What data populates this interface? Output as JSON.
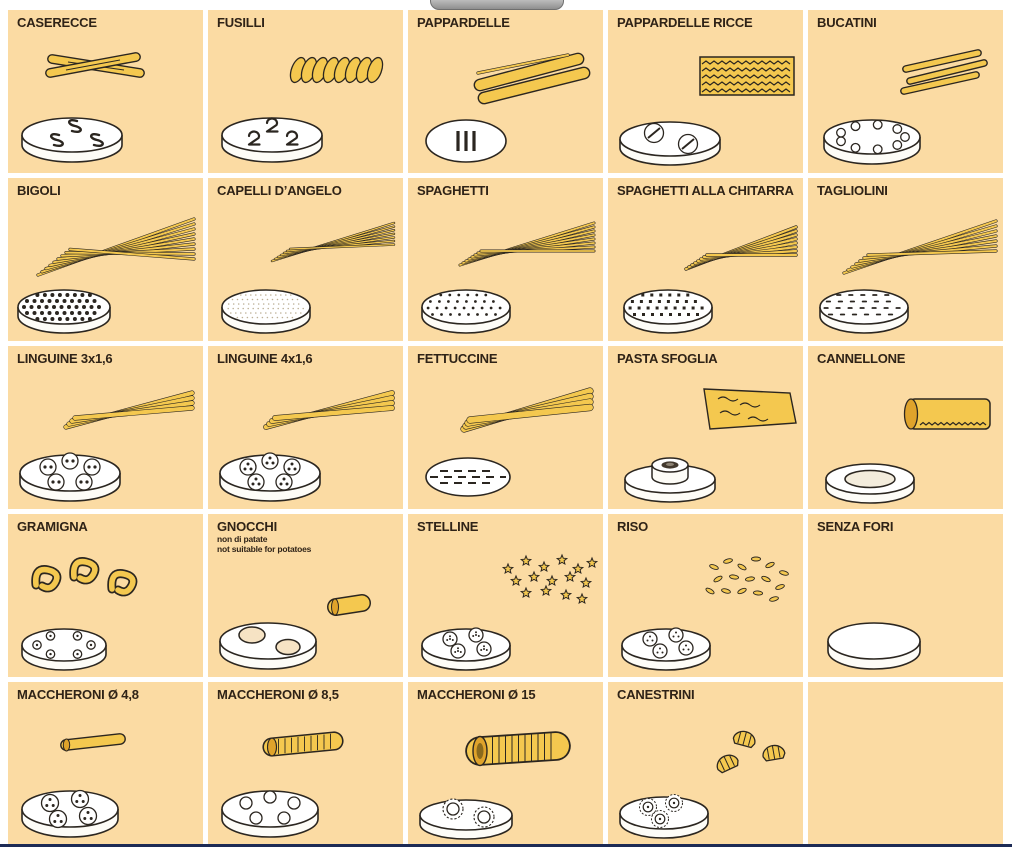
{
  "colors": {
    "page_bg": "#ffffff",
    "cell_bg": "#FBDBA3",
    "label": "#2f2317",
    "pasta_yellow": "#F4C84F",
    "pasta_dark": "#DFA32B",
    "outline": "#2b2620",
    "footer_bar": "#1d2b55",
    "machine_grey": "#a9a9a9"
  },
  "decorations": {
    "machine_fragment": "machine-base-fragment",
    "footer_bar": "footer-bar"
  },
  "grid": {
    "columns": 5,
    "rows": 5,
    "cells": [
      {
        "label": "CASERECCE",
        "icon": "caserecce"
      },
      {
        "label": "FUSILLI",
        "icon": "fusilli"
      },
      {
        "label": "PAPPARDELLE",
        "icon": "pappardelle"
      },
      {
        "label": "PAPPARDELLE RICCE",
        "icon": "pappardelle_ricce"
      },
      {
        "label": "BUCATINI",
        "icon": "bucatini"
      },
      {
        "label": "BIGOLI",
        "icon": "bigoli"
      },
      {
        "label": "CAPELLI D’ANGELO",
        "icon": "capelli"
      },
      {
        "label": "SPAGHETTI",
        "icon": "spaghetti"
      },
      {
        "label": "SPAGHETTI ALLA CHITARRA",
        "icon": "chitarra"
      },
      {
        "label": "TAGLIOLINI",
        "icon": "tagliolini"
      },
      {
        "label": "LINGUINE 3x1,6",
        "icon": "linguine3"
      },
      {
        "label": "LINGUINE 4x1,6",
        "icon": "linguine4"
      },
      {
        "label": "FETTUCCINE",
        "icon": "fettuccine"
      },
      {
        "label": "PASTA SFOGLIA",
        "icon": "sfoglia"
      },
      {
        "label": "CANNELLONE",
        "icon": "cannellone"
      },
      {
        "label": "GRAMIGNA",
        "icon": "gramigna"
      },
      {
        "label": "GNOCCHI",
        "icon": "gnocchi",
        "sublabels": [
          "non di patate",
          "not suitable for potatoes"
        ]
      },
      {
        "label": "STELLINE",
        "icon": "stelline"
      },
      {
        "label": "RISO",
        "icon": "riso"
      },
      {
        "label": "SENZA FORI",
        "icon": "senza_fori"
      },
      {
        "label": "MACCHERONI Ø 4,8",
        "icon": "mac48"
      },
      {
        "label": "MACCHERONI Ø 8,5",
        "icon": "mac85"
      },
      {
        "label": "MACCHERONI Ø 15",
        "icon": "mac15"
      },
      {
        "label": "CANESTRINI",
        "icon": "canestrini"
      },
      {
        "label": "",
        "icon": "empty"
      }
    ]
  }
}
